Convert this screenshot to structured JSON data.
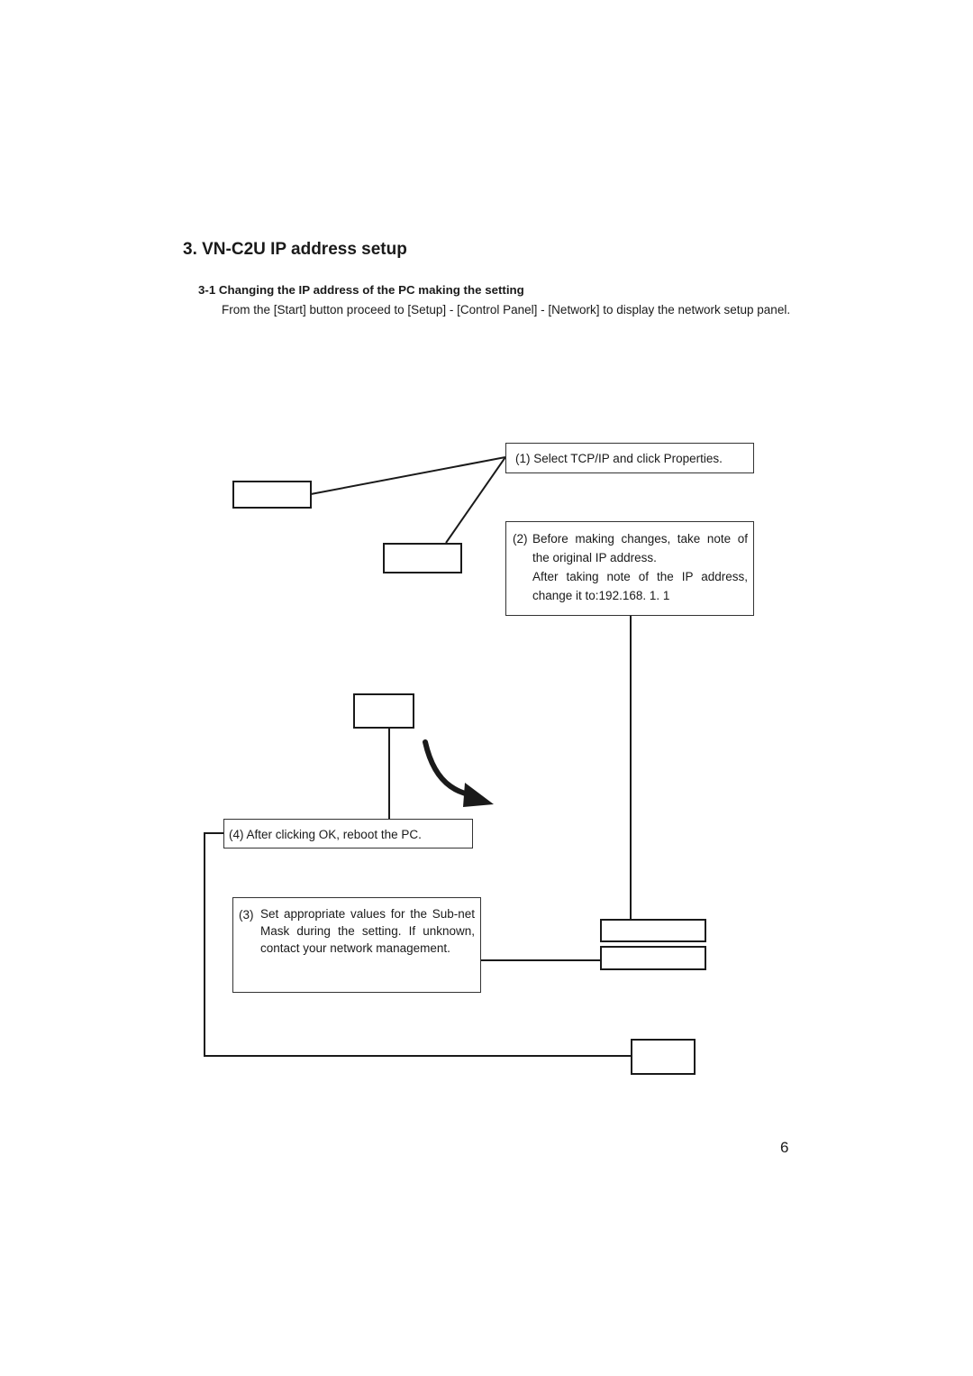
{
  "section": {
    "title": "3. VN-C2U IP address setup",
    "subsection_title": "3-1 Changing the IP address of the PC making the setting",
    "intro": "From the [Start] button proceed to [Setup] - [Control Panel] - [Network] to display the network setup panel."
  },
  "callouts": {
    "step1": {
      "number": "(1)",
      "text": "Select TCP/IP and click Properties."
    },
    "step2": {
      "number": "(2)",
      "line1": "Before making changes, take note of the original IP address.",
      "line2": "After taking note of the IP address, change it to:192.168.  1.  1"
    },
    "step3": {
      "number": "(3)",
      "text": "Set appropriate values for the Sub-net Mask during the setting. If unknown, contact your network management."
    },
    "step4": {
      "number": "(4)",
      "text": "After clicking OK, reboot the PC."
    }
  },
  "page_number": "6"
}
